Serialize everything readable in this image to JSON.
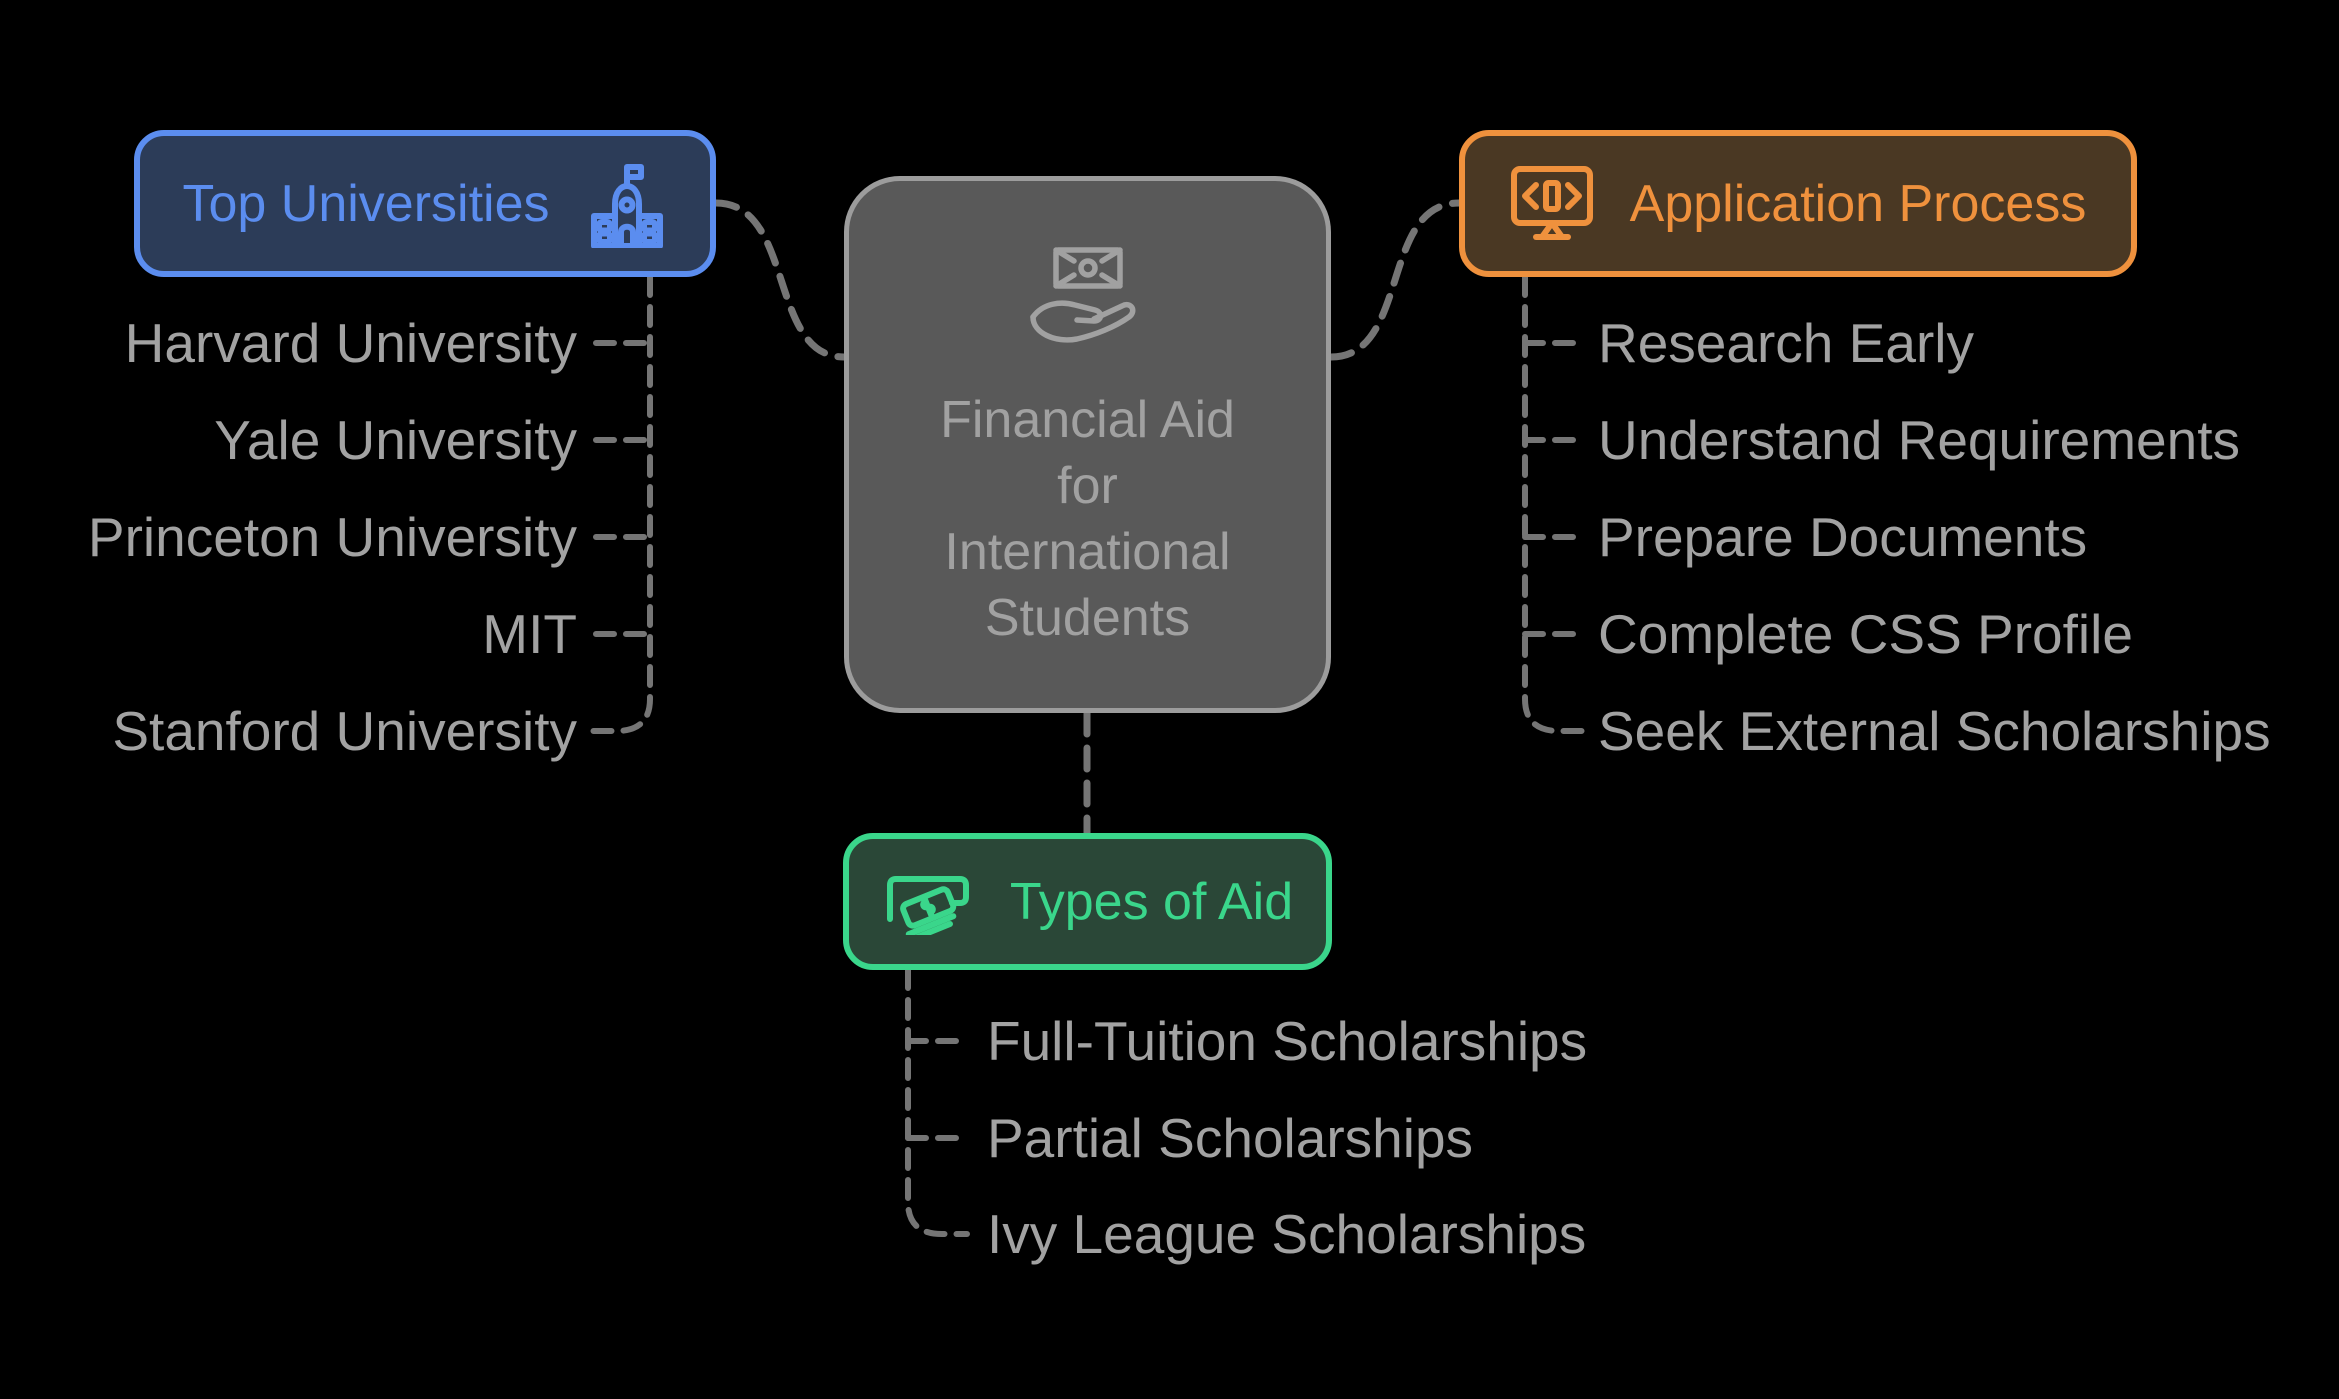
{
  "center_node": {
    "lines": [
      "Financial Aid",
      "for",
      "International",
      "Students"
    ],
    "icon": "money-in-hand-icon",
    "fill": "#595959",
    "border": "#9c9c9c",
    "text_color": "#a1a1a1"
  },
  "branches": [
    {
      "id": "top-universities",
      "label": "Top Universities",
      "icon": "university-building-icon",
      "accent": "#5b8def",
      "fill": "#2c3c58",
      "items": [
        "Harvard University",
        "Yale University",
        "Princeton University",
        "MIT",
        "Stanford University"
      ]
    },
    {
      "id": "application-process",
      "label": "Application Process",
      "icon": "monitor-code-icon",
      "accent": "#ef913d",
      "fill": "#4a3823",
      "items": [
        "Research Early",
        "Understand Requirements",
        "Prepare Documents",
        "Complete CSS Profile",
        "Seek External Scholarships"
      ]
    },
    {
      "id": "types-of-aid",
      "label": "Types of Aid",
      "icon": "cash-in-slot-icon",
      "accent": "#3ad68b",
      "fill": "#2a4737",
      "items": [
        "Full-Tuition Scholarships",
        "Partial Scholarships",
        "Ivy League Scholarships"
      ]
    }
  ],
  "colors": {
    "background": "#000000",
    "connector": "#757575",
    "item_text": "#a2a2a2"
  }
}
